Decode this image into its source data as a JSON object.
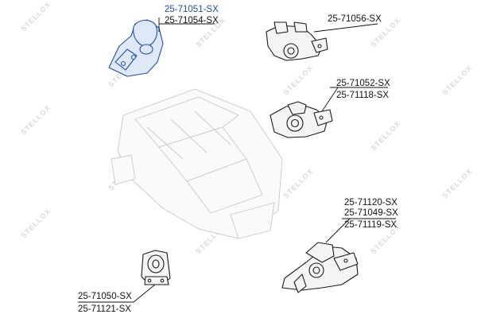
{
  "watermark": {
    "brand_1": "STELLOX",
    "brand_2": "STELLOX",
    "brand_3": "STELLOX"
  },
  "colors": {
    "selected": "#1f4fa8",
    "text": "#111111",
    "watermark": "#d9d9d9"
  },
  "parts": [
    {
      "id": "top-left-mount",
      "selected": true,
      "labels": [
        "25-71051-SX",
        "25-71054-SX"
      ]
    },
    {
      "id": "top-right-mount",
      "selected": false,
      "labels": [
        "25-71056-SX"
      ]
    },
    {
      "id": "middle-right-mount",
      "selected": false,
      "labels": [
        "25-71052-SX",
        "25-71118-SX"
      ]
    },
    {
      "id": "bottom-right-mount",
      "selected": false,
      "labels": [
        "25-71120-SX",
        "25-71049-SX",
        "25-71119-SX"
      ]
    },
    {
      "id": "bottom-left-mount",
      "selected": false,
      "labels": [
        "25-71050-SX",
        "25-71121-SX"
      ]
    }
  ]
}
